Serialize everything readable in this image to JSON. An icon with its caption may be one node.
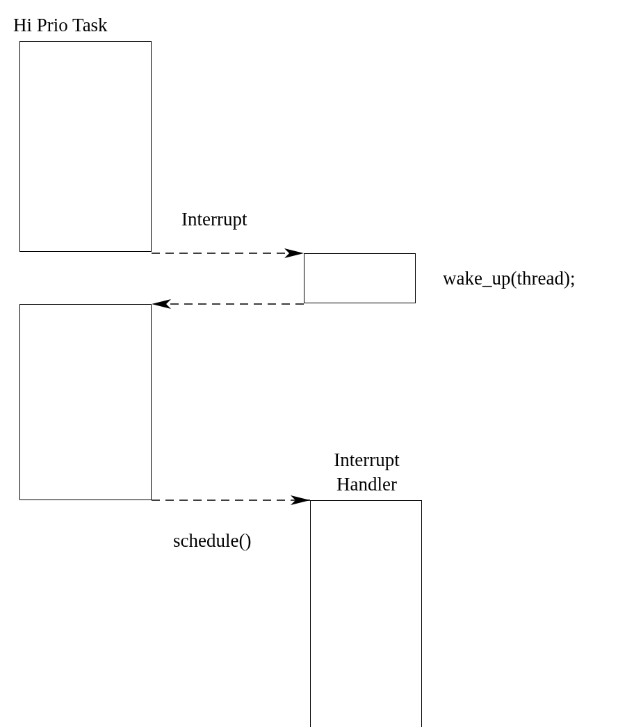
{
  "diagram": {
    "nodes": [
      {
        "text": [
          "Hi Prio Task"
        ]
      },
      {
        "text": [],
        "shape": "box",
        "beside": [
          "wake_up(thread);"
        ]
      },
      {
        "text": [],
        "shape": "box"
      },
      {
        "text": [
          "Interrupt Handler"
        ]
      }
    ],
    "edges": [
      {
        "from": 0,
        "to": 1,
        "arrow": "to",
        "style": "dashed",
        "label": "Interrupt"
      },
      {
        "from": 1,
        "to": 2,
        "arrow": "to",
        "style": "dashed"
      },
      {
        "from": 2,
        "to": 3,
        "arrow": "to",
        "style": "dashed",
        "label": "schedule()"
      }
    ]
  }
}
